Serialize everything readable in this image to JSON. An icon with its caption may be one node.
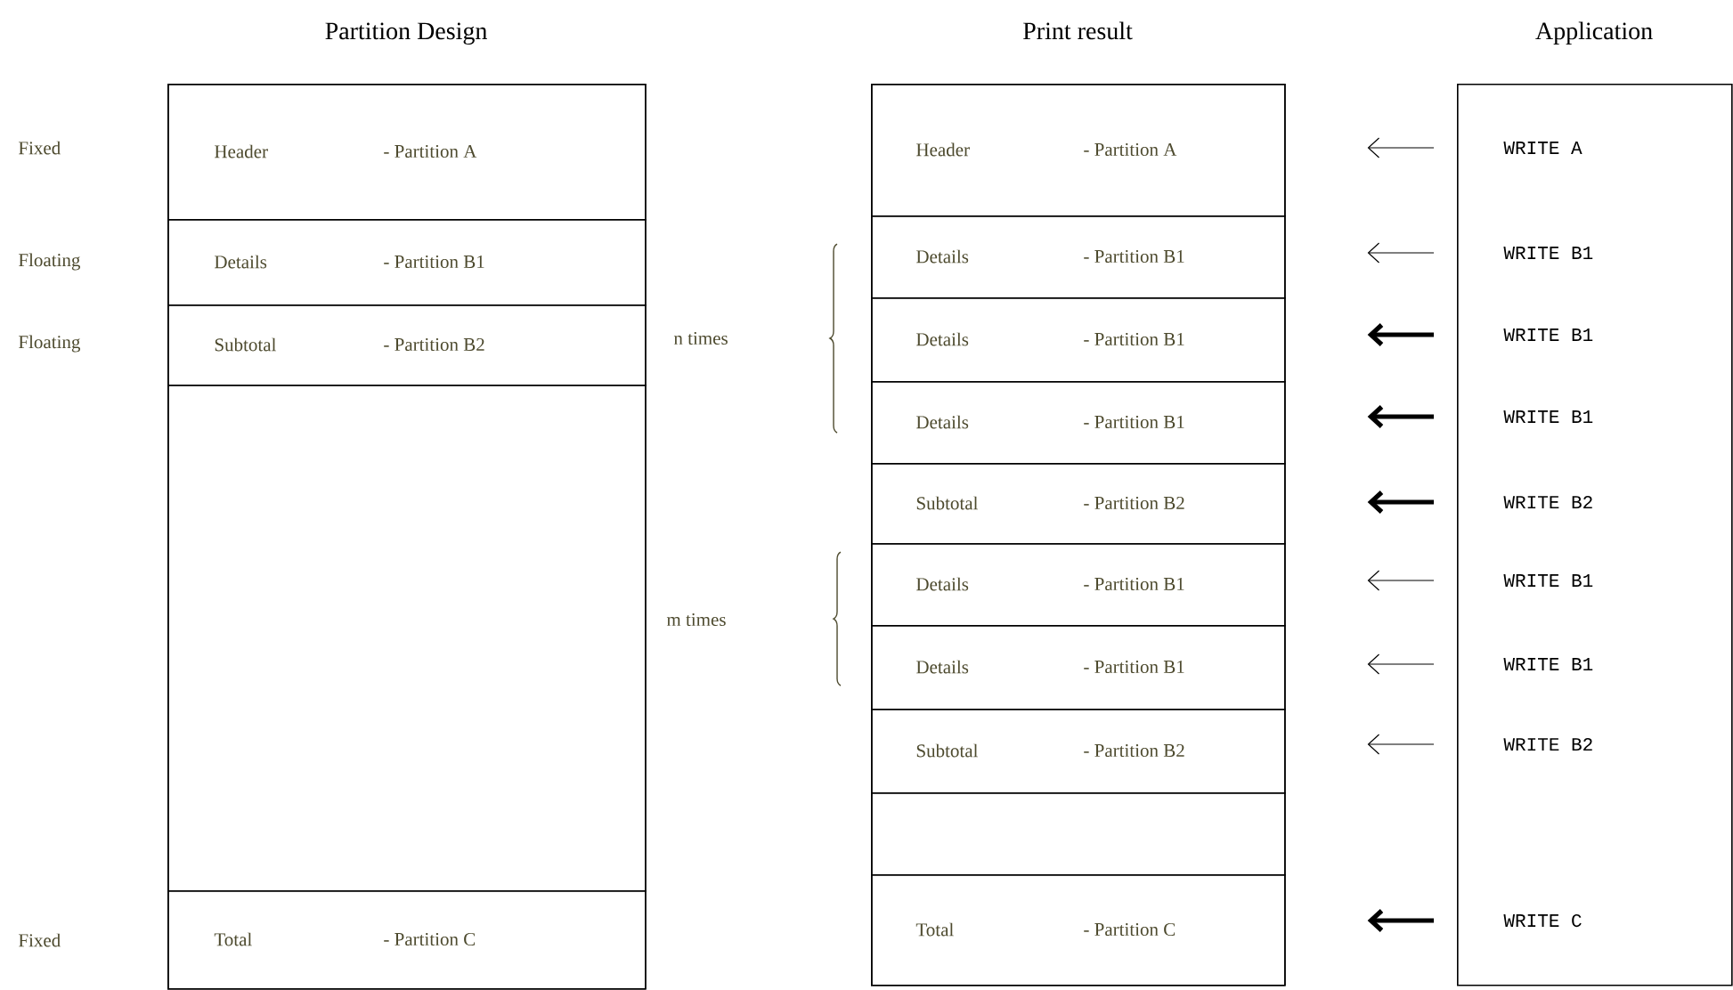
{
  "diagram": {
    "nodes": [
      {
        "text": [
          "Partition Design"
        ]
      },
      {
        "text": [
          "Header",
          "- Partition A"
        ],
        "in": 0
      },
      {
        "text": [
          "Details",
          "- Partition B1"
        ],
        "in": 0
      },
      {
        "text": [
          "Subtotal",
          "- Partition B2"
        ],
        "in": 0
      },
      {
        "text": [],
        "shape": "box",
        "in": 0
      },
      {
        "text": [
          "Total",
          "- Partition C"
        ],
        "in": 0
      },
      {
        "text": [
          "Print result"
        ]
      },
      {
        "text": [
          "Header",
          "- Partition A"
        ],
        "in": 6
      },
      {
        "text": [
          "Details",
          "- Partition B1"
        ],
        "in": 6
      },
      {
        "text": [
          "Details",
          "- Partition B1"
        ],
        "in": 6
      },
      {
        "text": [
          "Details",
          "- Partition B1"
        ],
        "in": 6
      },
      {
        "text": [
          "Subtotal",
          "- Partition B2"
        ],
        "in": 6
      },
      {
        "text": [
          "Details",
          "- Partition B1"
        ],
        "in": 6
      },
      {
        "text": [
          "Details",
          "- Partition B1"
        ],
        "in": 6
      },
      {
        "text": [
          "Subtotal",
          "- Partition B2"
        ],
        "in": 6
      },
      {
        "text": [],
        "shape": "box",
        "in": 6
      },
      {
        "text": [
          "Total",
          "- Partition C"
        ],
        "in": 6
      },
      {
        "text": [
          "Application"
        ]
      },
      {
        "text": [
          "WRITE A"
        ],
        "in": 17
      },
      {
        "text": [
          "WRITE B1"
        ],
        "in": 17
      },
      {
        "text": [
          "WRITE B1"
        ],
        "in": 17
      },
      {
        "text": [
          "WRITE B1"
        ],
        "in": 17
      },
      {
        "text": [
          "WRITE B2"
        ],
        "in": 17
      },
      {
        "text": [
          "WRITE B1"
        ],
        "in": 17
      },
      {
        "text": [
          "WRITE B1"
        ],
        "in": 17
      },
      {
        "text": [
          "WRITE B2"
        ],
        "in": 17
      },
      {
        "text": [
          "WRITE C"
        ],
        "in": 17
      }
    ],
    "edges": [
      {
        "from": 18,
        "to": 7,
        "arrow": "to"
      },
      {
        "from": 19,
        "to": 8,
        "arrow": "to"
      },
      {
        "from": 20,
        "to": 9,
        "arrow": "to",
        "style": "thick"
      },
      {
        "from": 21,
        "to": 10,
        "arrow": "to",
        "style": "thick"
      },
      {
        "from": 22,
        "to": 11,
        "arrow": "to",
        "style": "thick"
      },
      {
        "from": 23,
        "to": 12,
        "arrow": "to"
      },
      {
        "from": 24,
        "to": 13,
        "arrow": "to"
      },
      {
        "from": 25,
        "to": 14,
        "arrow": "to"
      },
      {
        "from": 26,
        "to": 16,
        "arrow": "to",
        "style": "thick"
      }
    ],
    "labels": [
      "Fixed",
      "Floating",
      "Floating",
      "n times",
      "m times",
      "Fixed"
    ]
  }
}
